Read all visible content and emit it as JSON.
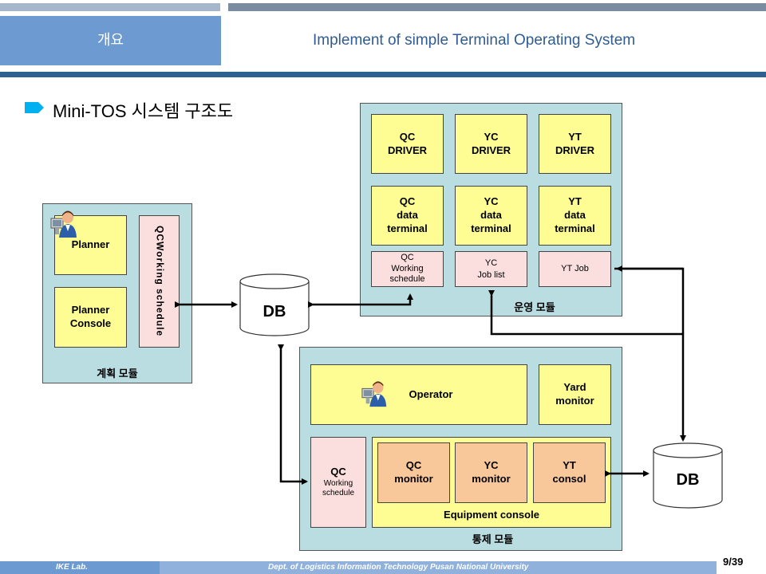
{
  "header": {
    "section": "개요",
    "title": "Implement of simple Terminal Operating System"
  },
  "slide": {
    "title": "Mini-TOS 시스템 구조도"
  },
  "colors": {
    "panel": "#b9dde1",
    "yellow": "#fdfd93",
    "pink": "#fbdede",
    "orange": "#f8c79a",
    "header_blue": "#6d9bd1",
    "bullet": "#00b0f0"
  },
  "planning_module": {
    "label": "계획 모듈",
    "planner": "Planner",
    "planner_console": [
      "Planner",
      "Console"
    ],
    "qc_working_schedule": [
      "QC",
      "Working schedule"
    ]
  },
  "db_left": {
    "label": "DB"
  },
  "db_right": {
    "label": "DB"
  },
  "operation_module": {
    "label": "운영 모듈",
    "drivers": [
      [
        "QC",
        "DRIVER"
      ],
      [
        "YC",
        "DRIVER"
      ],
      [
        "YT",
        "DRIVER"
      ]
    ],
    "terminals": [
      [
        "QC",
        "data",
        "terminal"
      ],
      [
        "YC",
        "data",
        "terminal"
      ],
      [
        "YT",
        "data",
        "terminal"
      ]
    ],
    "lists": [
      [
        "QC",
        "Working",
        "schedule"
      ],
      [
        "YC",
        "Job list"
      ],
      [
        "YT Job"
      ]
    ]
  },
  "control_module": {
    "label": "통제 모듈",
    "operator": "Operator",
    "yard_monitor": [
      "Yard",
      "monitor"
    ],
    "qc_working_schedule": [
      "QC",
      "Working",
      "schedule"
    ],
    "equipment_console": "Equipment console",
    "monitors": [
      [
        "QC",
        "monitor"
      ],
      [
        "YC",
        "monitor"
      ],
      [
        "YT",
        "consol"
      ]
    ]
  },
  "footer": {
    "lab": "IKE Lab.",
    "dept": "Dept. of Logistics Information Technology Pusan National University",
    "page": "9/39"
  }
}
